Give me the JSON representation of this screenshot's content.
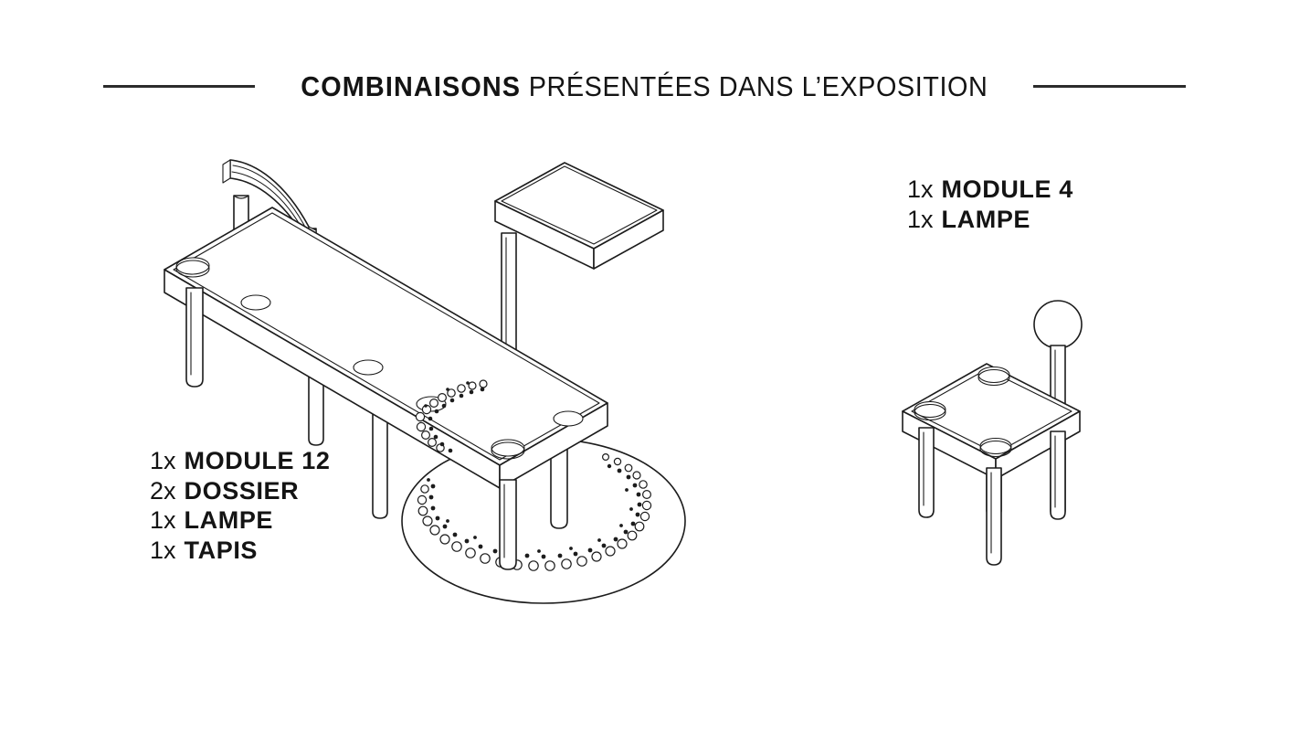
{
  "page": {
    "background_color": "#ffffff",
    "ink_color": "#1c1c1c",
    "text_color": "#141414"
  },
  "header": {
    "title_strong": "COMBINAISONS",
    "title_rest": " PRÉSENTÉES DANS L’EXPOSITION",
    "rule_left": "horizontal-rule",
    "rule_right": "horizontal-rule"
  },
  "captions": [
    {
      "id": "bench",
      "lines": [
        {
          "qty": "1x",
          "item": "MODULE 12"
        },
        {
          "qty": "2x",
          "item": "DOSSIER"
        },
        {
          "qty": "1x",
          "item": "LAMPE"
        },
        {
          "qty": "1x",
          "item": "TAPIS"
        }
      ]
    },
    {
      "id": "stool",
      "lines": [
        {
          "qty": "1x",
          "item": "MODULE 4"
        },
        {
          "qty": "1x",
          "item": "LAMPE"
        }
      ]
    }
  ],
  "illustrations": [
    {
      "id": "bench-assembly",
      "name": "module-12-bench-with-backrests-lamp-and-rug",
      "parts": [
        "bench-top-slab",
        "bench-leg-front-left",
        "bench-leg-front-right",
        "bench-leg-back-left",
        "bench-leg-back-right",
        "backrest-upper",
        "backrest-lower",
        "lamp-post",
        "lamp-shade-slab",
        "round-rug"
      ]
    },
    {
      "id": "stool-assembly",
      "name": "module-4-stool-with-lamp",
      "parts": [
        "stool-top-slab",
        "stool-leg-left",
        "stool-leg-center",
        "stool-leg-right",
        "lamp-post",
        "lamp-sphere-shade"
      ]
    }
  ]
}
